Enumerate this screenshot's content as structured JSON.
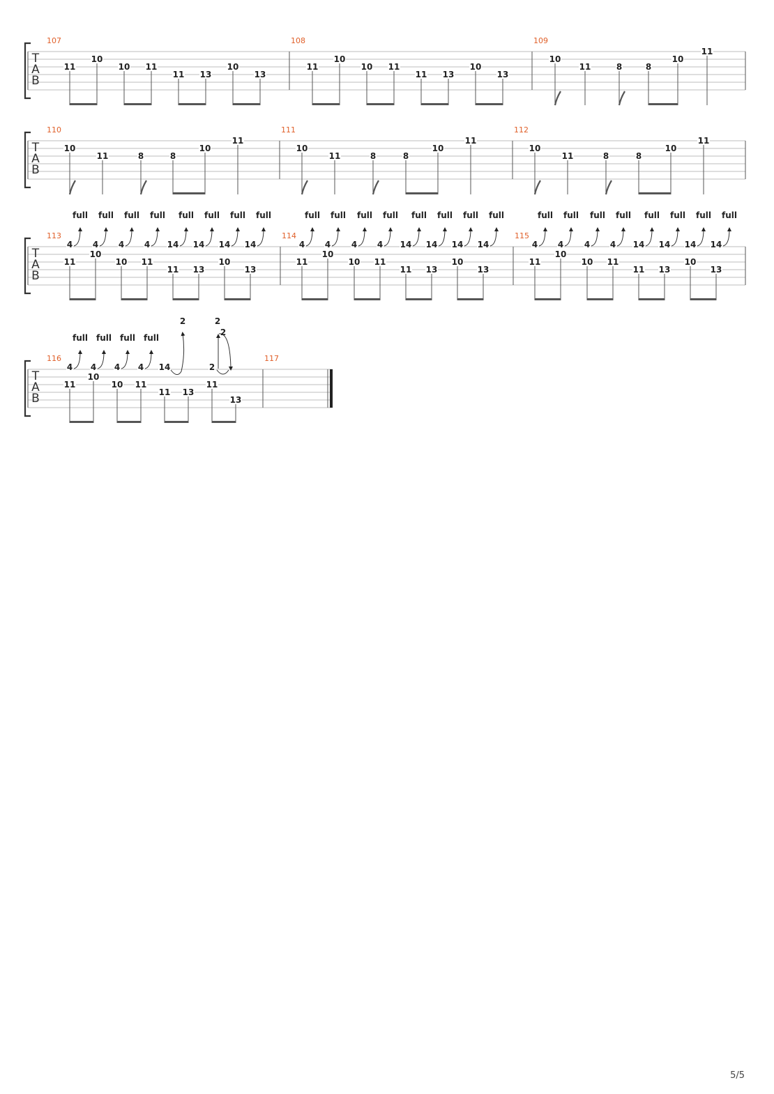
{
  "clef_letters": [
    "T",
    "A",
    "B"
  ],
  "page_number": "5/5",
  "systems": [
    {
      "measures": [
        {
          "number": "107",
          "notes": [
            {
              "fret": "11",
              "string": 2
            },
            {
              "fret": "10",
              "string": 1
            },
            {
              "fret": "10",
              "string": 2
            },
            {
              "fret": "11",
              "string": 2
            },
            {
              "fret": "11",
              "string": 3
            },
            {
              "fret": "13",
              "string": 3
            },
            {
              "fret": "10",
              "string": 2
            },
            {
              "fret": "13",
              "string": 3
            }
          ]
        },
        {
          "number": "108",
          "notes": [
            {
              "fret": "11",
              "string": 2
            },
            {
              "fret": "10",
              "string": 1
            },
            {
              "fret": "10",
              "string": 2
            },
            {
              "fret": "11",
              "string": 2
            },
            {
              "fret": "11",
              "string": 3
            },
            {
              "fret": "13",
              "string": 3
            },
            {
              "fret": "10",
              "string": 2
            },
            {
              "fret": "13",
              "string": 3
            }
          ]
        },
        {
          "number": "109",
          "notes": [
            {
              "fret": "10",
              "string": 1
            },
            {
              "fret": "11",
              "string": 2
            },
            {
              "fret": "8",
              "string": 2
            },
            {
              "fret": "8",
              "string": 2
            },
            {
              "fret": "10",
              "string": 1
            },
            {
              "fret": "11",
              "string": 0
            }
          ]
        }
      ]
    },
    {
      "measures": [
        {
          "number": "110",
          "notes": [
            {
              "fret": "10",
              "string": 1
            },
            {
              "fret": "11",
              "string": 2
            },
            {
              "fret": "8",
              "string": 2
            },
            {
              "fret": "8",
              "string": 2
            },
            {
              "fret": "10",
              "string": 1
            },
            {
              "fret": "11",
              "string": 0
            }
          ]
        },
        {
          "number": "111",
          "notes": [
            {
              "fret": "10",
              "string": 1
            },
            {
              "fret": "11",
              "string": 2
            },
            {
              "fret": "8",
              "string": 2
            },
            {
              "fret": "8",
              "string": 2
            },
            {
              "fret": "10",
              "string": 1
            },
            {
              "fret": "11",
              "string": 0
            }
          ]
        },
        {
          "number": "112",
          "notes": [
            {
              "fret": "10",
              "string": 1
            },
            {
              "fret": "11",
              "string": 2
            },
            {
              "fret": "8",
              "string": 2
            },
            {
              "fret": "8",
              "string": 2
            },
            {
              "fret": "10",
              "string": 1
            },
            {
              "fret": "11",
              "string": 0
            }
          ]
        }
      ]
    },
    {
      "measures": [
        {
          "number": "113",
          "upper_frets": [
            "4",
            "4",
            "4",
            "4",
            "14",
            "14",
            "14",
            "14"
          ],
          "bend_labels": [
            "full",
            "full",
            "full",
            "full",
            "full",
            "full",
            "full",
            "full"
          ],
          "notes": [
            {
              "fret": "11",
              "string": 2
            },
            {
              "fret": "10",
              "string": 1
            },
            {
              "fret": "10",
              "string": 2
            },
            {
              "fret": "11",
              "string": 2
            },
            {
              "fret": "11",
              "string": 3
            },
            {
              "fret": "13",
              "string": 3
            },
            {
              "fret": "10",
              "string": 2
            },
            {
              "fret": "13",
              "string": 3
            }
          ]
        },
        {
          "number": "114",
          "upper_frets": [
            "4",
            "4",
            "4",
            "4",
            "14",
            "14",
            "14",
            "14"
          ],
          "bend_labels": [
            "full",
            "full",
            "full",
            "full",
            "full",
            "full",
            "full",
            "full"
          ],
          "notes": [
            {
              "fret": "11",
              "string": 2
            },
            {
              "fret": "10",
              "string": 1
            },
            {
              "fret": "10",
              "string": 2
            },
            {
              "fret": "11",
              "string": 2
            },
            {
              "fret": "11",
              "string": 3
            },
            {
              "fret": "13",
              "string": 3
            },
            {
              "fret": "10",
              "string": 2
            },
            {
              "fret": "13",
              "string": 3
            }
          ]
        },
        {
          "number": "115",
          "upper_frets": [
            "4",
            "4",
            "4",
            "4",
            "14",
            "14",
            "14",
            "14"
          ],
          "bend_labels": [
            "full",
            "full",
            "full",
            "full",
            "full",
            "full",
            "full",
            "full"
          ],
          "notes": [
            {
              "fret": "11",
              "string": 2
            },
            {
              "fret": "10",
              "string": 1
            },
            {
              "fret": "10",
              "string": 2
            },
            {
              "fret": "11",
              "string": 2
            },
            {
              "fret": "11",
              "string": 3
            },
            {
              "fret": "13",
              "string": 3
            },
            {
              "fret": "10",
              "string": 2
            },
            {
              "fret": "13",
              "string": 3
            }
          ]
        }
      ]
    },
    {
      "measures": [
        {
          "number": "116",
          "upper_frets": [
            "4",
            "4",
            "4",
            "4",
            "14",
            "2"
          ],
          "bend_labels": [
            "full",
            "full",
            "full",
            "full",
            "2",
            "2",
            "2"
          ],
          "notes": [
            {
              "fret": "11",
              "string": 2
            },
            {
              "fret": "10",
              "string": 1
            },
            {
              "fret": "10",
              "string": 2
            },
            {
              "fret": "11",
              "string": 2
            },
            {
              "fret": "11",
              "string": 3
            },
            {
              "fret": "13",
              "string": 3
            },
            {
              "fret": "11",
              "string": 2
            },
            {
              "fret": "13",
              "string": 4
            }
          ]
        },
        {
          "number": "117",
          "notes": []
        }
      ]
    }
  ]
}
